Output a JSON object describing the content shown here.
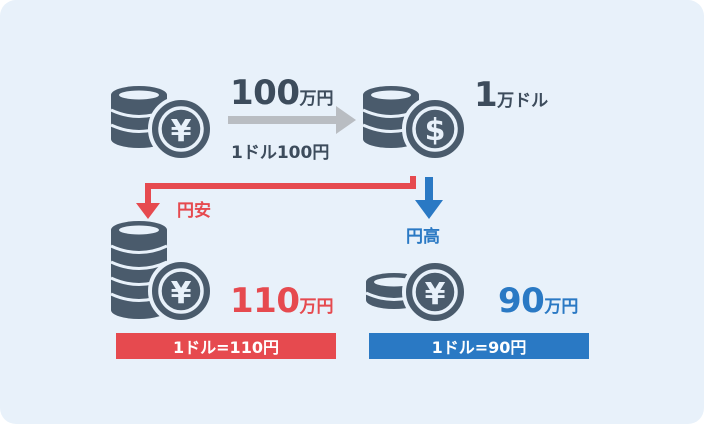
{
  "top_left": {
    "amount": "100",
    "unit": "万円",
    "rate": "1ドル100円"
  },
  "top_right": {
    "amount": "1",
    "unit": "万ドル"
  },
  "weak_yen": {
    "label": "円安",
    "amount": "110",
    "unit": "万円",
    "rate": "1ドル=110円"
  },
  "strong_yen": {
    "label": "円高",
    "amount": "90",
    "unit": "万円",
    "rate": "1ドル=90円"
  },
  "symbols": {
    "yen": "¥",
    "dollar": "$"
  },
  "colors": {
    "background": "#e8f1fa",
    "coin": "#4a5b6c",
    "red": "#e64a4f",
    "blue": "#2a79c4",
    "arrow_gray": "#b9bdc2"
  }
}
